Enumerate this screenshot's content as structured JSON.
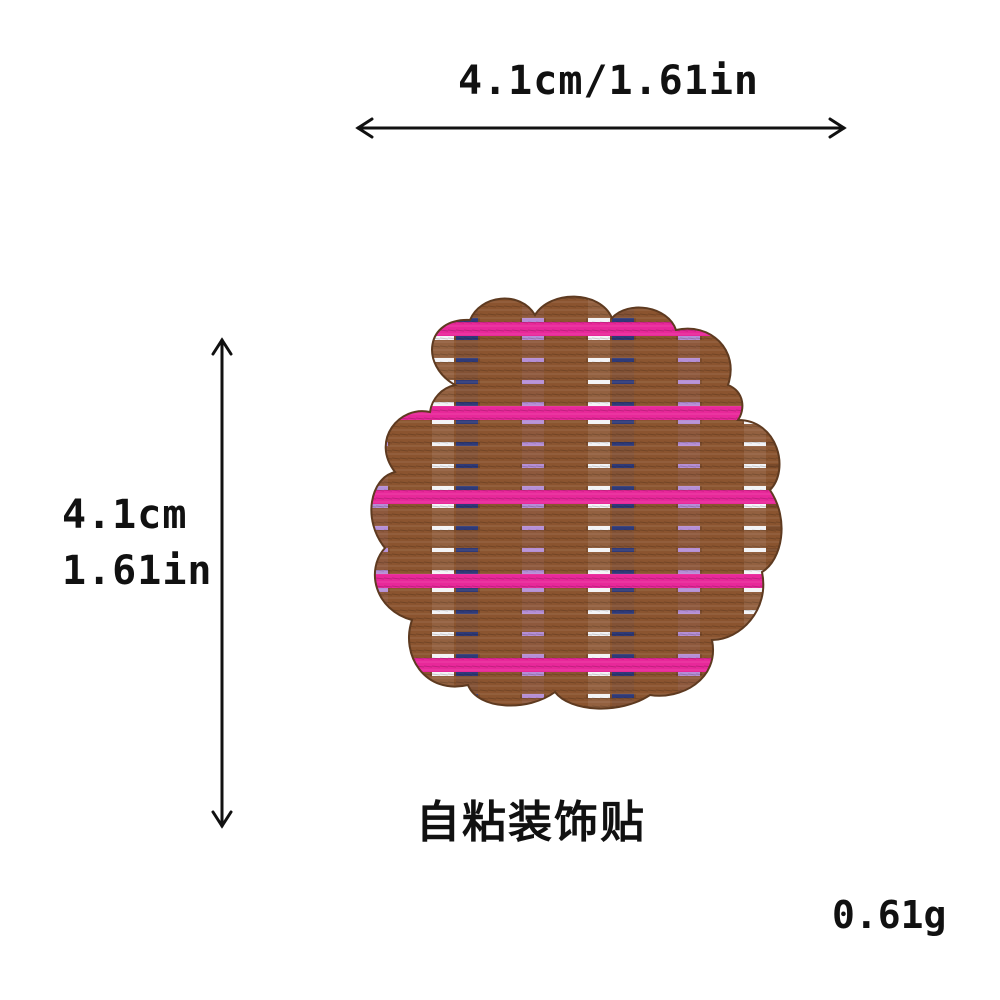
{
  "dimensions": {
    "width_label": "4.1cm/1.61in",
    "height_label_cm": "4.1cm",
    "height_label_in": "1.61in"
  },
  "caption": "自粘装饰贴",
  "weight": "0.61g",
  "product": {
    "icon": "woven-scalloped-sticker-icon",
    "colors": {
      "weft_brown": "#8b5530",
      "pink": "#e8289a",
      "navy": "#2f3a78",
      "lavender": "#b58fd6",
      "white": "#f3f3f6"
    }
  }
}
